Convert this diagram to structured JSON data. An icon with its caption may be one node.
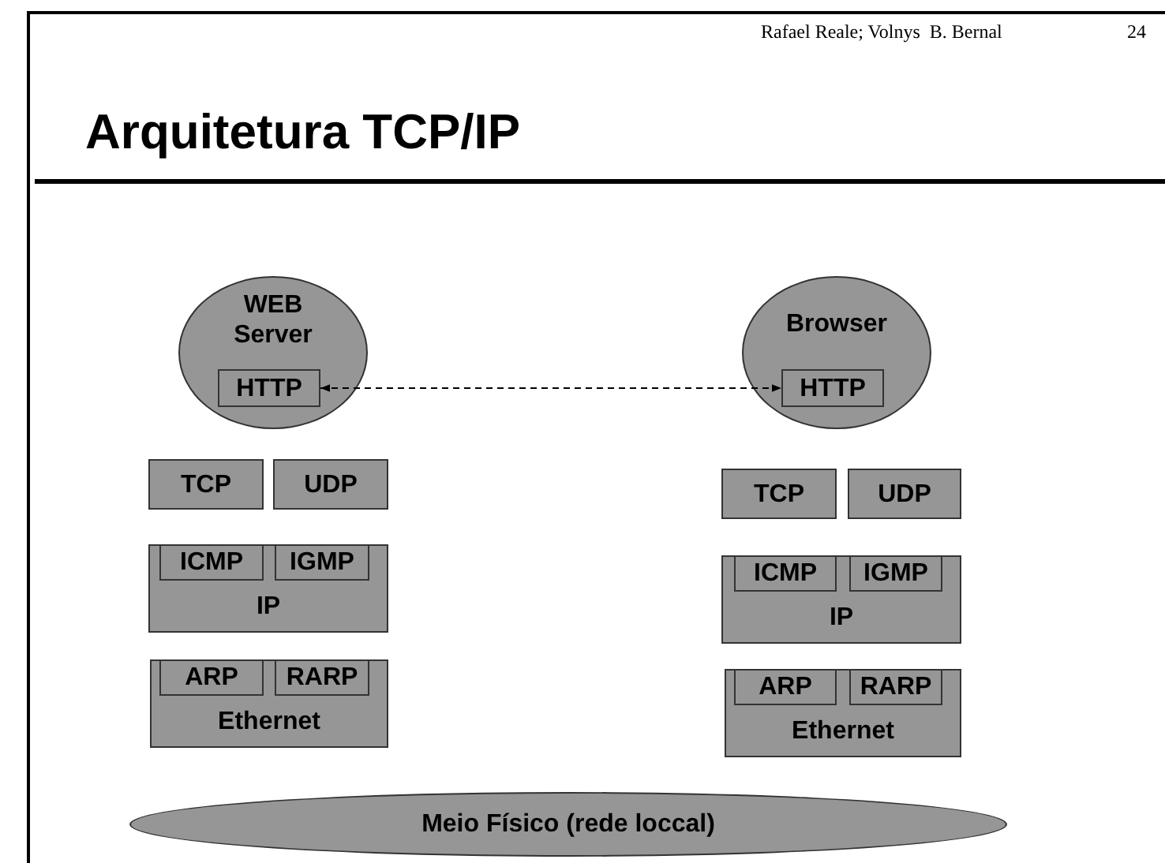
{
  "diagram": {
    "title": "Arquitetura TCP/IP",
    "nodes": [
      {
        "text": [
          "WEB Server"
        ]
      },
      {
        "text": [
          "HTTP"
        ],
        "in": 0
      },
      {
        "text": [
          "Browser"
        ]
      },
      {
        "text": [
          "HTTP"
        ],
        "in": 2
      },
      {
        "text": [
          "TCP"
        ]
      },
      {
        "text": [
          "UDP"
        ]
      },
      {
        "text": [
          "TCP"
        ]
      },
      {
        "text": [
          "UDP"
        ]
      },
      {
        "text": [
          "IP"
        ]
      },
      {
        "text": [
          "ICMP"
        ],
        "in": 8
      },
      {
        "text": [
          "IGMP"
        ],
        "in": 8
      },
      {
        "text": [
          "IP"
        ]
      },
      {
        "text": [
          "ICMP"
        ],
        "in": 11
      },
      {
        "text": [
          "IGMP"
        ],
        "in": 11
      },
      {
        "text": [
          "Ethernet"
        ]
      },
      {
        "text": [
          "ARP"
        ],
        "in": 14
      },
      {
        "text": [
          "RARP"
        ],
        "in": 14
      },
      {
        "text": [
          "Ethernet"
        ]
      },
      {
        "text": [
          "ARP"
        ],
        "in": 17
      },
      {
        "text": [
          "RARP"
        ],
        "in": 17
      },
      {
        "text": [
          "Meio Físico (rede loccal)"
        ]
      }
    ],
    "edges": [
      {
        "from": 1,
        "to": 3,
        "arrow": "both",
        "style": "dashed"
      }
    ],
    "labels": [
      "Rafael Reale; Volnys  B. Bernal",
      "24"
    ]
  }
}
